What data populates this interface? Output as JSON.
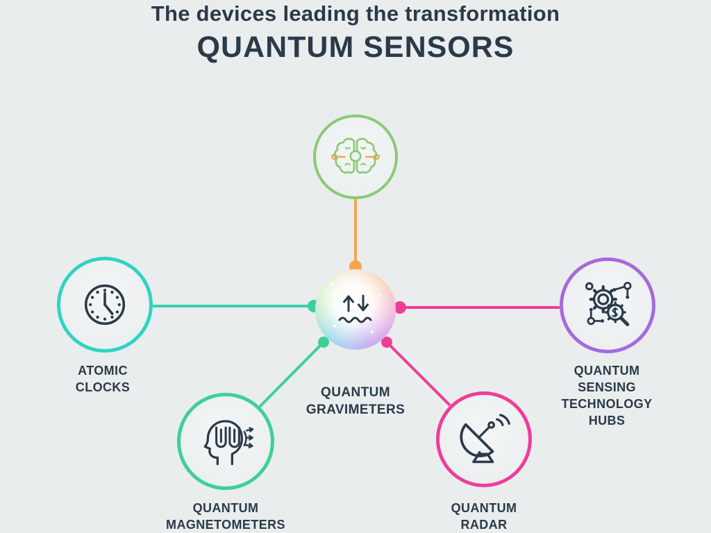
{
  "background_color": "#e9edee",
  "text_color": "#2b3a48",
  "title": {
    "subtitle": "The devices leading the transformation",
    "main": "QUANTUM SENSORS"
  },
  "center": {
    "name": "quantum-gravimeters-hub",
    "icon": "gravity-arrows-wave-icon",
    "lines": [
      "QUANTUM",
      "GRAVIMETERS"
    ]
  },
  "nodes": {
    "ai_brain": {
      "icon": "brain-circuit-icon",
      "ring_color": "#8cc973",
      "connector_color": "#f6a54e",
      "lines": []
    },
    "atomic_clocks": {
      "icon": "clock-icon",
      "ring_color": "#2fd3c1",
      "connector_color": "#38d0ae",
      "lines": [
        "ATOMIC",
        "CLOCKS"
      ]
    },
    "sensing_hubs": {
      "icon": "gear-network-magnifier-icon",
      "ring_color": "#a669da",
      "connector_color": "#ee3d97",
      "lines": [
        "QUANTUM",
        "SENSING",
        "TECHNOLOGY",
        "HUBS"
      ]
    },
    "magnetometers": {
      "icon": "head-coil-icon",
      "ring_color": "#3ed096",
      "connector_color": "#3ed096",
      "lines": [
        "QUANTUM",
        "MAGNETOMETERS"
      ]
    },
    "radar": {
      "icon": "radar-dish-icon",
      "ring_color": "#ee3d97",
      "connector_color": "#ee3d97",
      "lines": [
        "QUANTUM",
        "RADAR"
      ]
    }
  }
}
